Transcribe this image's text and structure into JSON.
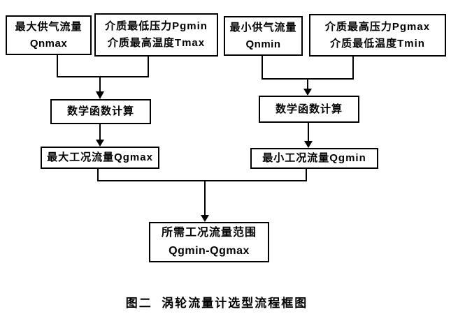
{
  "diagram": {
    "title": "涡轮流量计选型流程框图",
    "caption": "图二  涡轮流量计选型流程框图",
    "colors": {
      "line": "#000000",
      "text": "#000000",
      "background": "#ffffff"
    },
    "nodes": {
      "qnmax": {
        "line1": "最大供气流量",
        "line2": "Qnmax"
      },
      "pgmin_tmax": {
        "line1": "介质最低压力Pgmin",
        "line2": "介质最高温度Tmax"
      },
      "qnmin": {
        "line1": "最小供气流量",
        "line2": "Qnmin"
      },
      "pgmax_tmin": {
        "line1": "介质最高压力Pgmax",
        "line2": "介质最低温度Tmin"
      },
      "calc_left": {
        "label": "数学函数计算"
      },
      "calc_right": {
        "label": "数学函数计算"
      },
      "qgmax": {
        "label": "最大工况流量Qgmax"
      },
      "qgmin": {
        "label": "最小工况流量Qgmin"
      },
      "range": {
        "line1": "所需工况流量范围",
        "line2": "Qgmin-Qgmax"
      }
    },
    "edges": [
      {
        "from": "qnmax",
        "to": "calc_left"
      },
      {
        "from": "pgmin_tmax",
        "to": "calc_left"
      },
      {
        "from": "qnmin",
        "to": "calc_right"
      },
      {
        "from": "pgmax_tmin",
        "to": "calc_right"
      },
      {
        "from": "calc_left",
        "to": "qgmax"
      },
      {
        "from": "calc_right",
        "to": "qgmin"
      },
      {
        "from": "qgmax",
        "to": "range"
      },
      {
        "from": "qgmin",
        "to": "range"
      }
    ]
  }
}
